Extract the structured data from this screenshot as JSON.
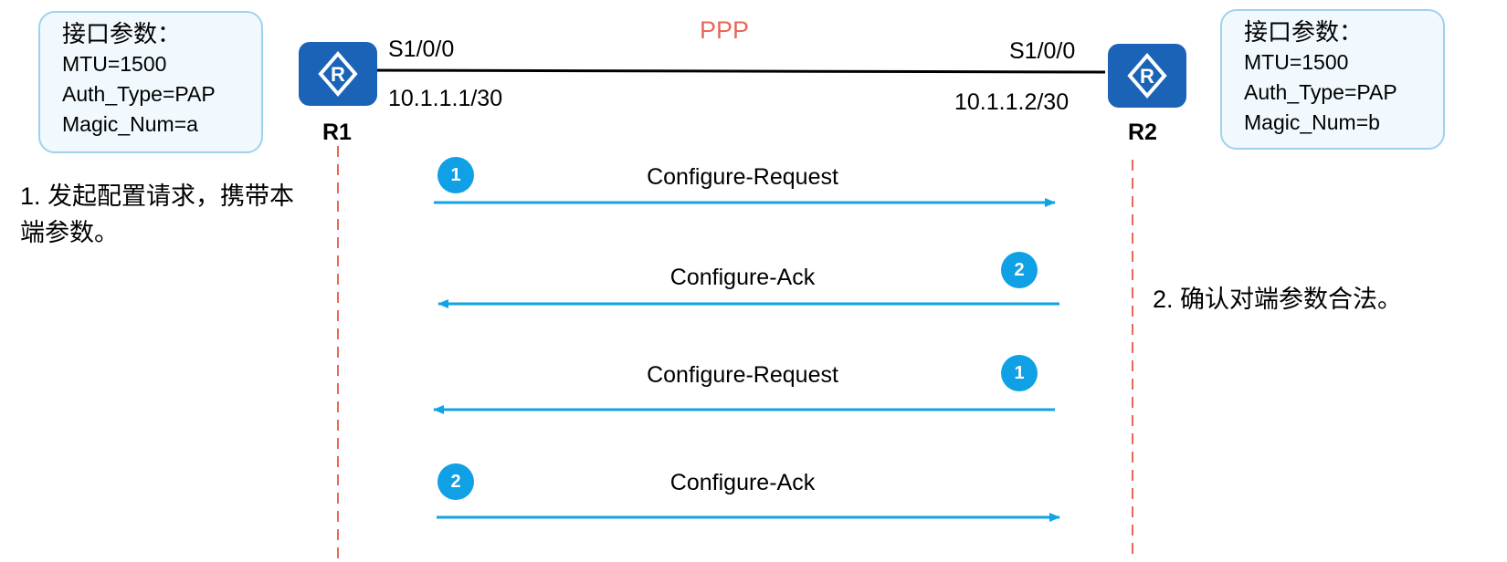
{
  "protocol_label": "PPP",
  "r1": {
    "name": "R1",
    "interface": "S1/0/0",
    "ip": "10.1.1.1/30",
    "params": {
      "title": "接口参数：",
      "mtu": "MTU=1500",
      "auth": "Auth_Type=PAP",
      "magic": "Magic_Num=a"
    }
  },
  "r2": {
    "name": "R2",
    "interface": "S1/0/0",
    "ip": "10.1.1.2/30",
    "params": {
      "title": "接口参数：",
      "mtu": "MTU=1500",
      "auth": "Auth_Type=PAP",
      "magic": "Magic_Num=b"
    }
  },
  "messages": [
    {
      "label": "Configure-Request",
      "step": "1",
      "direction": "R1→R2"
    },
    {
      "label": "Configure-Ack",
      "step": "2",
      "direction": "R2→R1"
    },
    {
      "label": "Configure-Request",
      "step": "1",
      "direction": "R2→R1"
    },
    {
      "label": "Configure-Ack",
      "step": "2",
      "direction": "R1→R2"
    }
  ],
  "notes": {
    "left_line1": "1. 发起配置请求，携带本",
    "left_line2": "端参数。",
    "right": "2. 确认对端参数合法。"
  },
  "colors": {
    "router": "#1b63b6",
    "arrow": "#11a3e6",
    "badge": "#0fa0e6",
    "lifeline": "#e8675a",
    "ppp": "#e8675a",
    "box_border": "#9fd2ee",
    "box_fill": "#f1f9fe"
  }
}
